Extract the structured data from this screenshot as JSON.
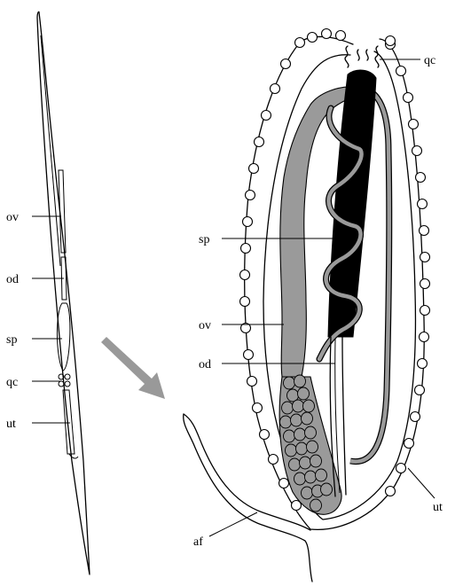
{
  "labels": {
    "left": {
      "ov": "ov",
      "od": "od",
      "sp": "sp",
      "qc": "qc",
      "ut": "ut"
    },
    "right": {
      "qc": "qc",
      "sp": "sp",
      "ov": "ov",
      "od": "od",
      "ut": "ut",
      "af": "af"
    }
  },
  "colors": {
    "ink": "#000000",
    "ovary_fill": "#9a9a9a",
    "spermatheca_fill": "#000000",
    "arrow_fill": "#999999",
    "background": "#ffffff"
  }
}
